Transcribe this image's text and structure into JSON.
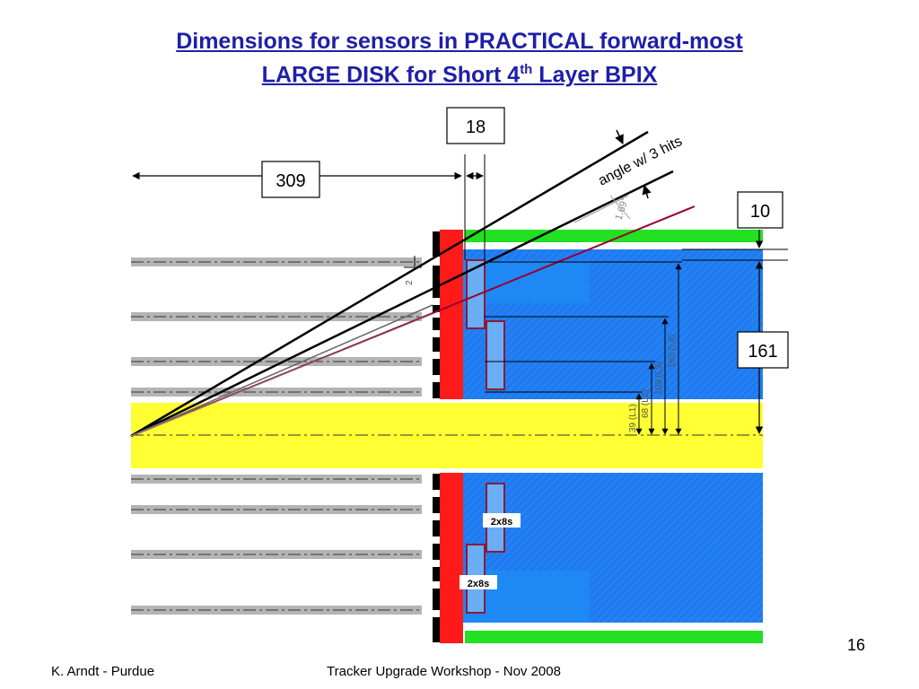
{
  "title": {
    "line1": "Dimensions for sensors in PRACTICAL forward-most ",
    "line2_main": "LARGE DISK for Short 4",
    "line2_sup": "th",
    "line2_end": " Layer BPIX "
  },
  "labels": {
    "dim_309": "309",
    "dim_18": "18",
    "dim_10": "10",
    "dim_161": "161",
    "angle_text": "angle w/ 3 hits",
    "angle_value": "1.69°",
    "small_2": "2",
    "l1": "39 (L1)",
    "l2": "68 (L2)",
    "l3": "109 (L3)",
    "l4": "160 (L4)",
    "module_upper": "2x8s",
    "module_lower": "2x8s"
  },
  "footer": {
    "author": "K. Arndt - Purdue",
    "event": "Tracker Upgrade Workshop - Nov 2008",
    "page": "16"
  },
  "colors": {
    "title": "#1f1fa8",
    "blue_sensor": "#1e7bf0",
    "light_blue_module": "#6aaef5",
    "yellow_beam": "#ffff33",
    "green_strip": "#22e022",
    "red_disk": "#ff1a1a",
    "maroon_line": "#990033",
    "gray_layer": "#b4b4b4"
  }
}
